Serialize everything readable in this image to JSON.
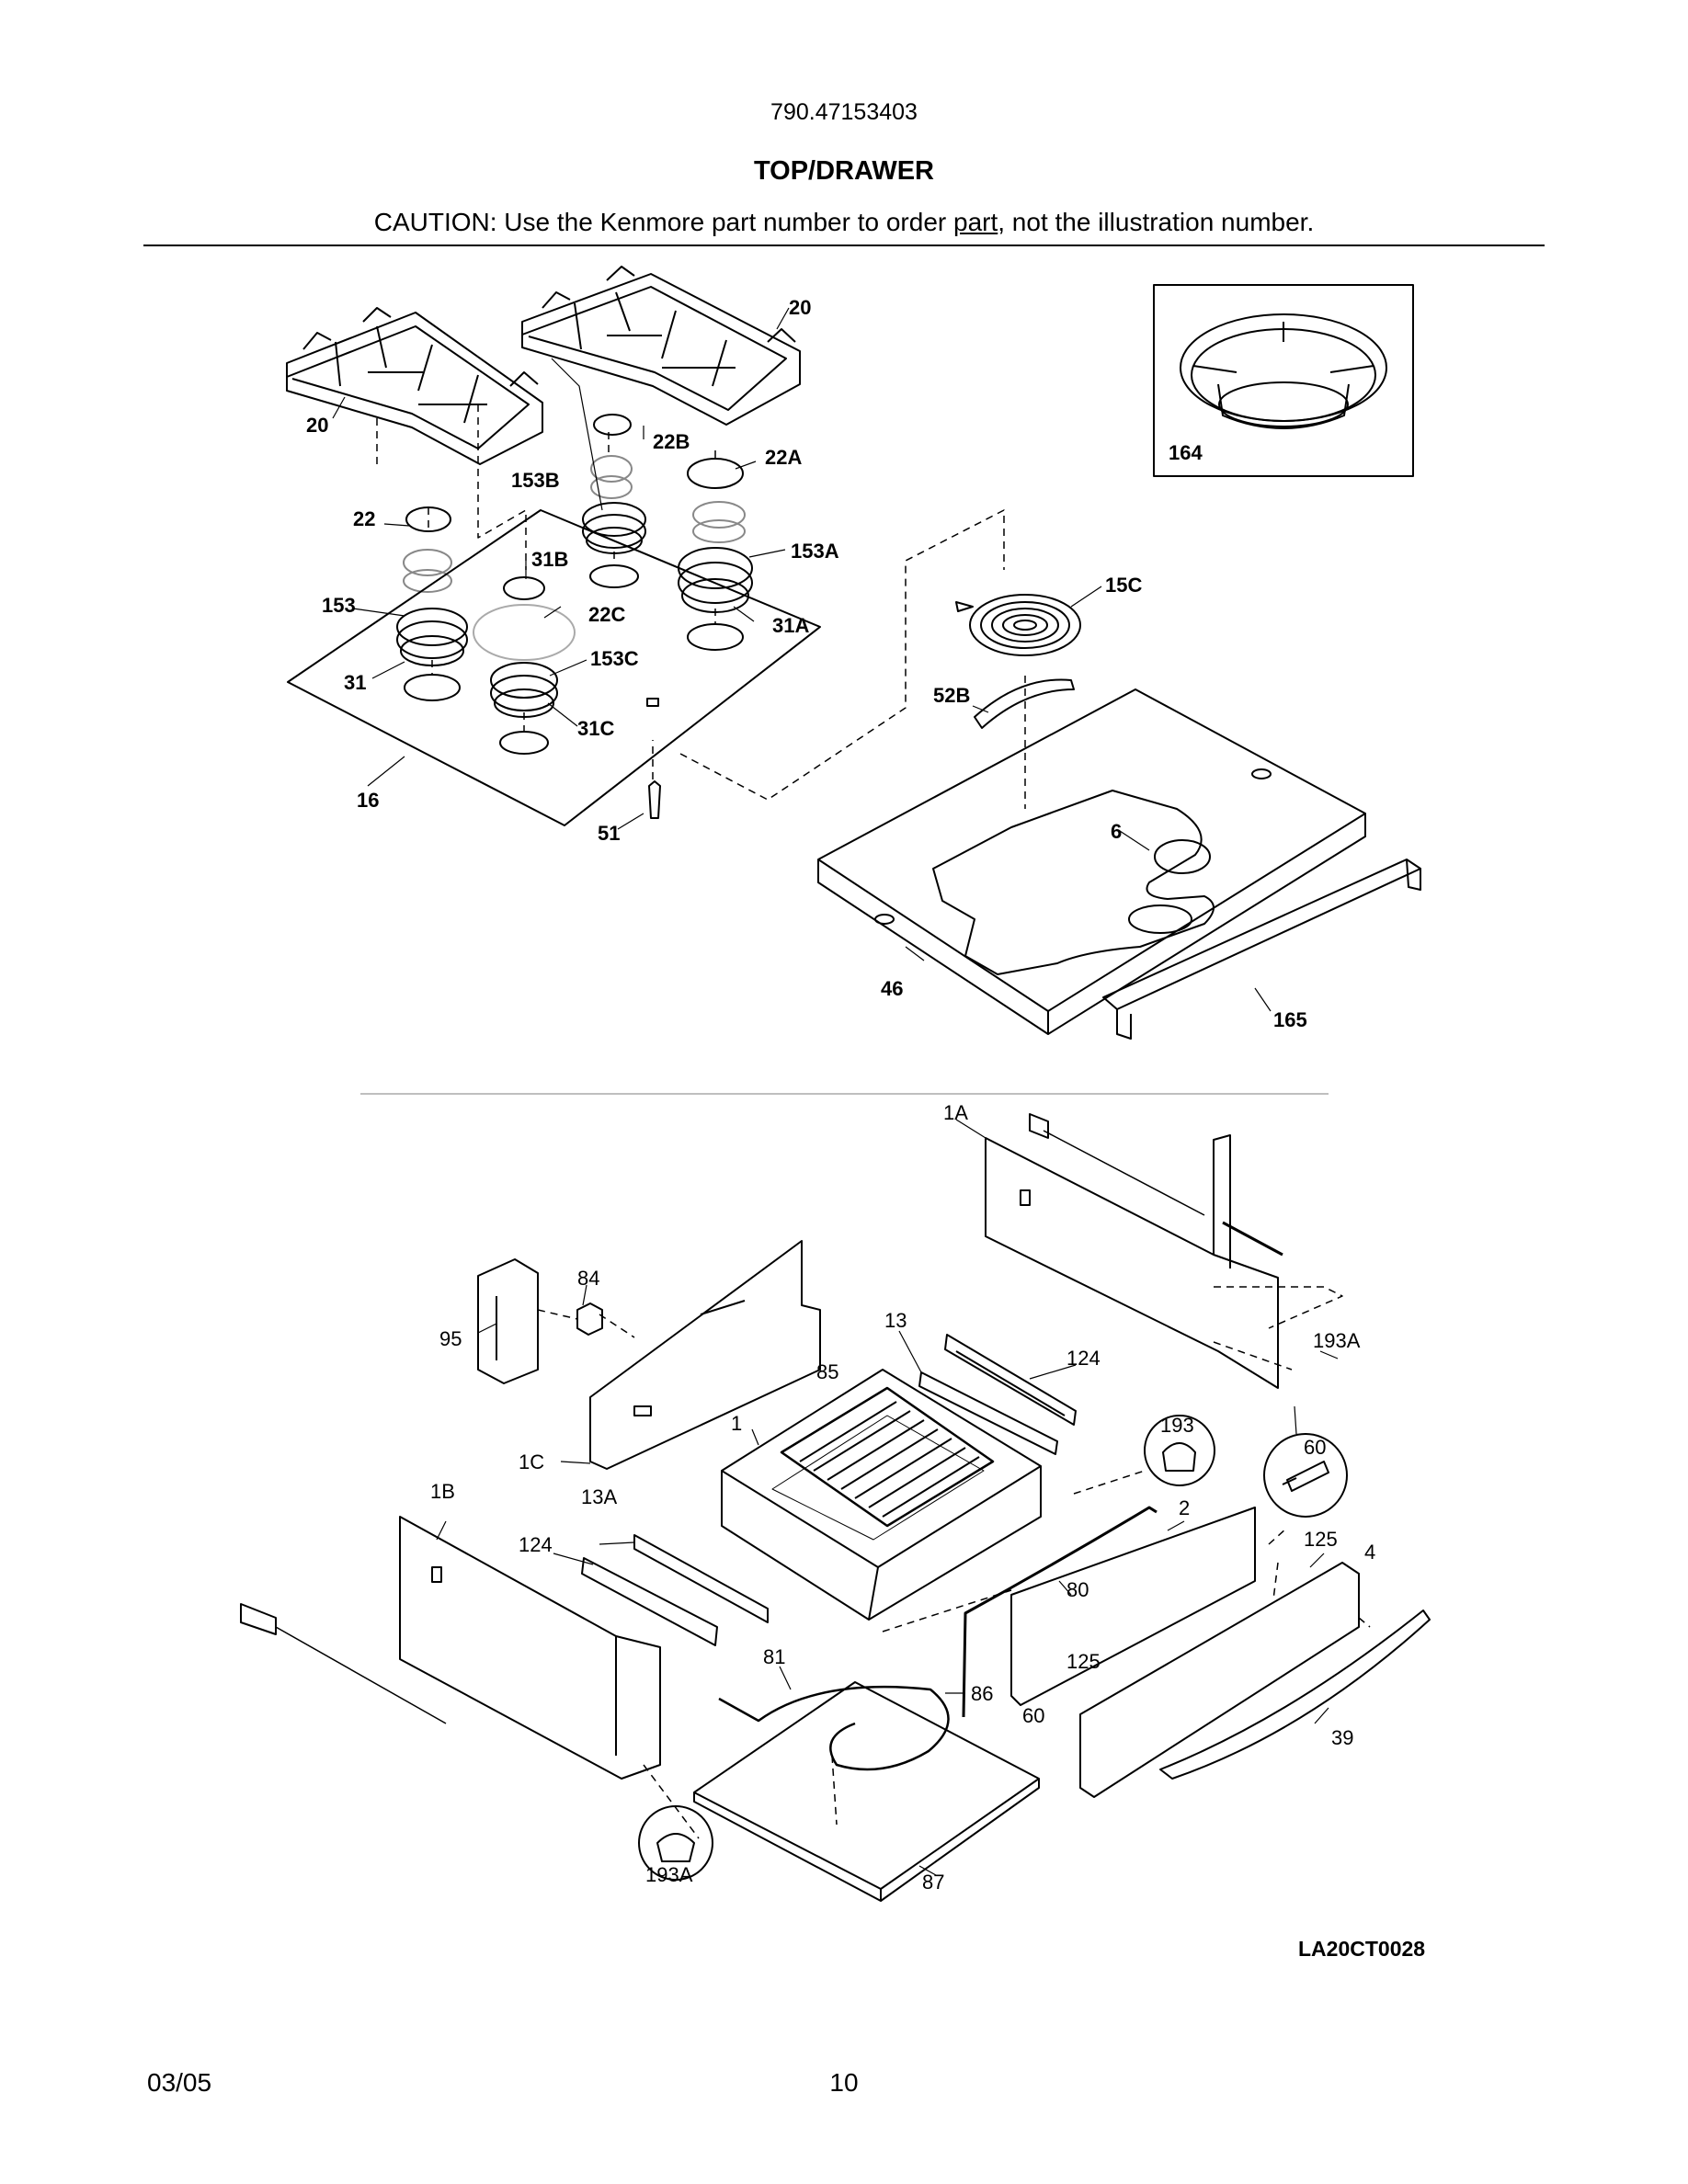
{
  "header": {
    "model_number": "790.47153403",
    "section_title": "TOP/DRAWER",
    "caution_prefix": "CAUTION: Use the Kenmore part number to order ",
    "caution_link": "part",
    "caution_suffix": ", not the illustration number."
  },
  "top_callouts": [
    "20",
    "20",
    "22B",
    "22A",
    "153B",
    "22",
    "31B",
    "153A",
    "153",
    "22C",
    "31A",
    "31",
    "153C",
    "31C",
    "16",
    "51",
    "15C",
    "52B",
    "6",
    "46",
    "165",
    "164"
  ],
  "drawer_callouts": [
    "1A",
    "84",
    "95",
    "13",
    "124",
    "193A",
    "85",
    "193",
    "60",
    "1",
    "1C",
    "2",
    "125",
    "4",
    "1B",
    "13A",
    "124",
    "80",
    "81",
    "86",
    "125",
    "60",
    "39",
    "193A",
    "87"
  ],
  "figure_code": "LA20CT0028",
  "footer": {
    "date": "03/05",
    "page_number": "10"
  }
}
